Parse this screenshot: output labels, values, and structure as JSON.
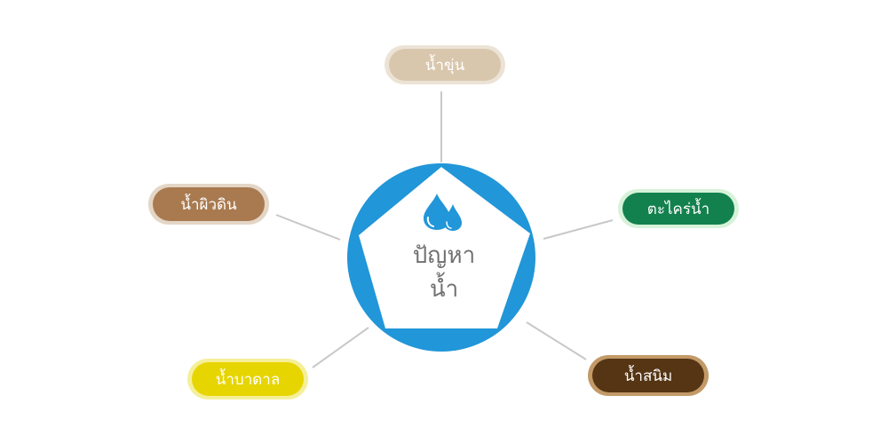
{
  "center": {
    "title_line1": "ปัญหา",
    "title_line2": "น้ำ",
    "circle_color": "#2196d8",
    "icon": "water-drops-icon"
  },
  "nodes": [
    {
      "id": "muddy",
      "label": "น้ำขุ่น",
      "fill": "#d9c7ad",
      "ring": "#ece3d6",
      "text_color": "#ffffff"
    },
    {
      "id": "algae",
      "label": "ตะไคร่น้ำ",
      "fill": "#13814e",
      "ring": "#d6f2d9",
      "text_color": "#ffffff"
    },
    {
      "id": "rusty",
      "label": "น้ำสนิม",
      "fill": "#553513",
      "ring": "#c29a68",
      "text_color": "#ffffff"
    },
    {
      "id": "ground",
      "label": "น้ำบาดาล",
      "fill": "#e6d500",
      "ring": "#f5ef9a",
      "text_color": "#ffffff"
    },
    {
      "id": "surface",
      "label": "น้ำผิวดิน",
      "fill": "#a97a50",
      "ring": "#e4d6c6",
      "text_color": "#ffffff"
    }
  ]
}
